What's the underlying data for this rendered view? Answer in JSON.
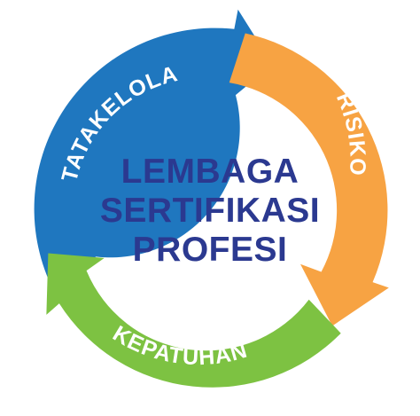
{
  "center": {
    "lines": [
      "LEMBAGA",
      "SERTIFIKASI",
      "PROFESI"
    ],
    "color": "#2b3990"
  },
  "segments": [
    {
      "label": "TATAKELOLA",
      "color": "#1f77bf",
      "shade": "#17609c"
    },
    {
      "label": "RISIKO",
      "color": "#f7a343",
      "shade": "#d9852a"
    },
    {
      "label": "KEPATUHAN",
      "color": "#7dc242",
      "shade": "#5fa32c"
    }
  ]
}
